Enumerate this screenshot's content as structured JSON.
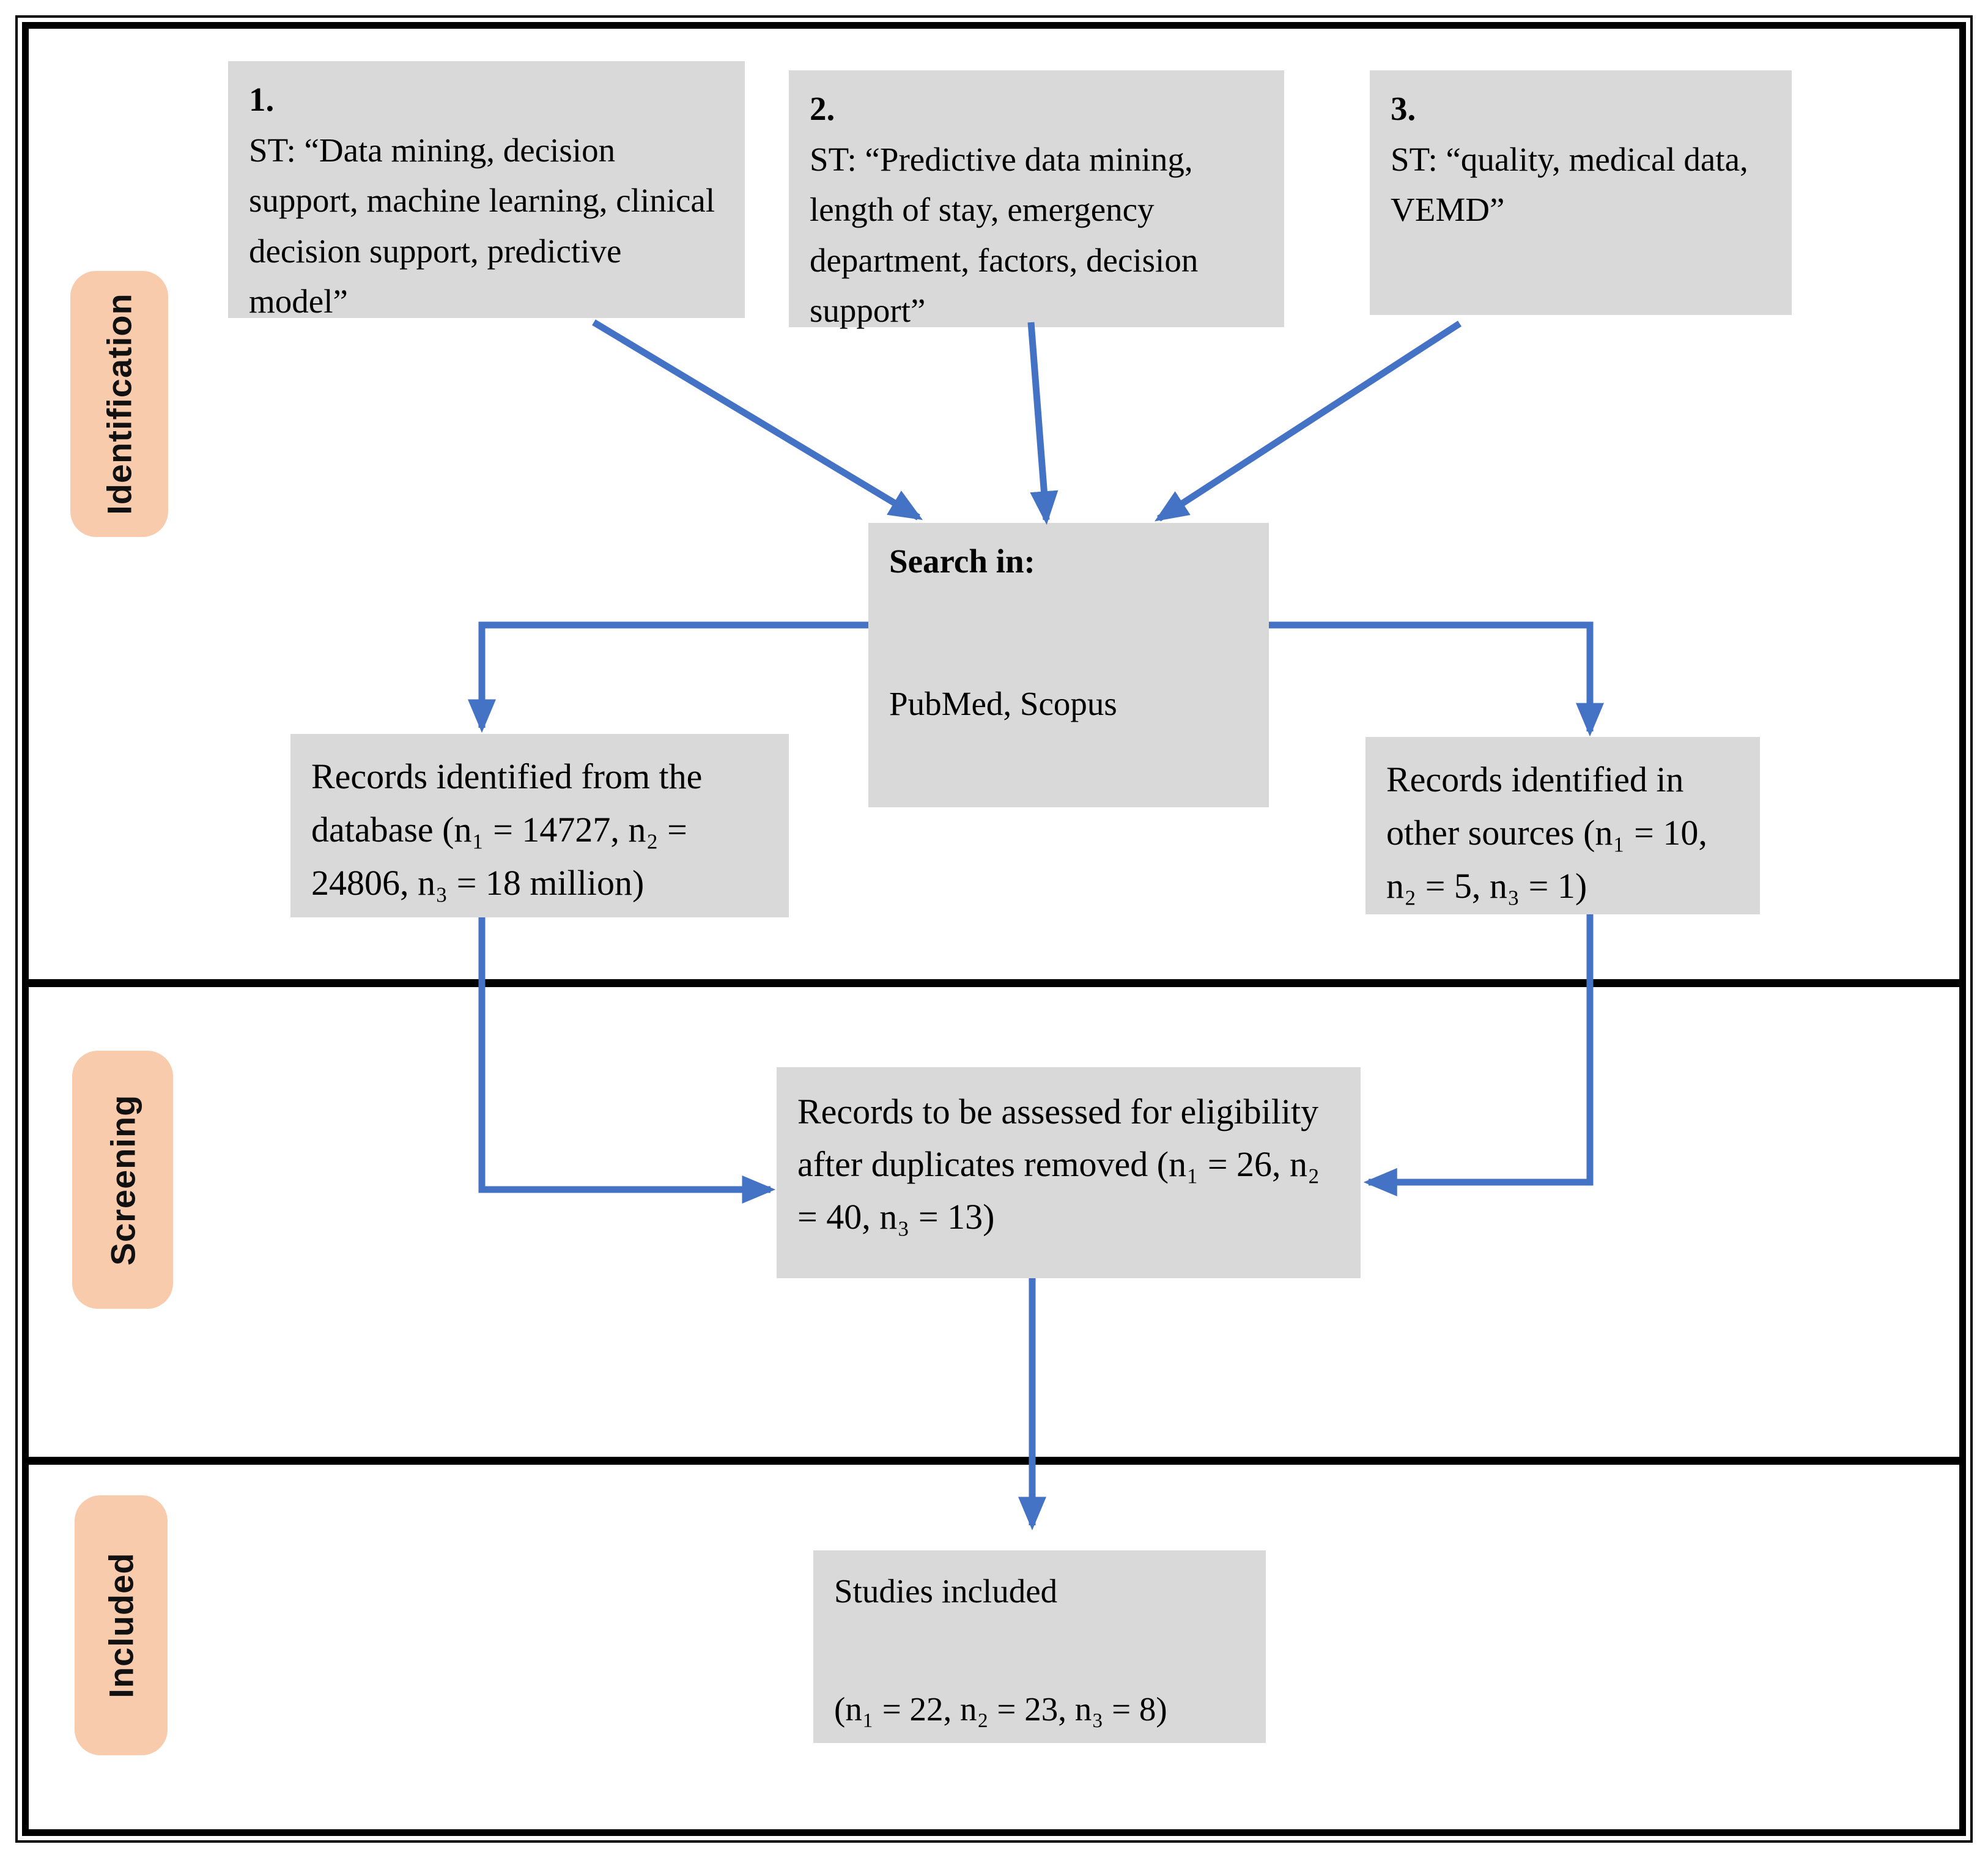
{
  "figure": {
    "type": "prisma-flow-diagram",
    "description": "Systematic review search flow"
  },
  "colors": {
    "box_fill": "#D9D9D9",
    "label_fill": "#F8CBAD",
    "arrow": "#4472C4",
    "frame": "#000000"
  },
  "sections": [
    {
      "label": "Identification"
    },
    {
      "label": "Screening"
    },
    {
      "label": "Included"
    }
  ],
  "boxes": {
    "keyword1": {
      "number": "1.",
      "text": "ST: “Data mining, decision support, machine learning, clinical decision support, predictive model”"
    },
    "keyword2": {
      "number": "2.",
      "text": "ST: “Predictive data mining, length of stay, emergency department, factors, decision support”"
    },
    "keyword3": {
      "number": "3.",
      "text": "ST: “quality, medical data, VEMD”"
    },
    "search": {
      "title": "Search in:",
      "body": "PubMed, Scopus"
    },
    "records_database": {
      "text": "Records identified from the database (n₁ = 14727, n₂ = 24806, n₃ = 18 million)"
    },
    "records_other": {
      "text": "Records identified in other sources (n₁ = 10, n₂ = 5, n₃ = 1)"
    },
    "assessed": {
      "text": "Records to be assessed for eligibility after duplicates removed (n₁ = 26, n₂ = 40, n₃ = 13)"
    },
    "studies_included": {
      "title": "Studies included",
      "body": "(n₁ = 22, n₂ = 23, n₃ = 8)"
    }
  }
}
